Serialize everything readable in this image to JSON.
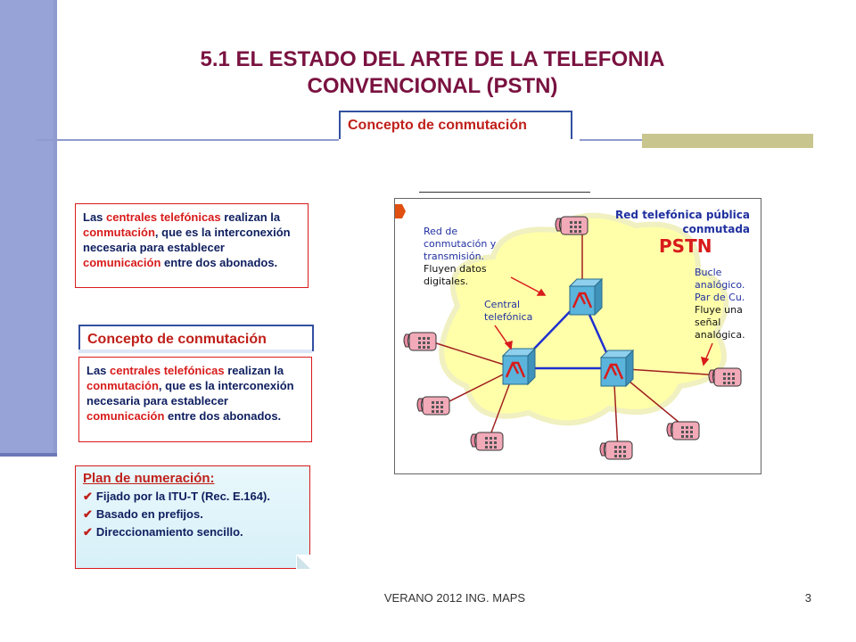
{
  "slide": {
    "title_line1": "5.1 EL ESTADO DEL ARTE DE LA TELEFONIA",
    "title_line2": "CONVENCIONAL (PSTN)",
    "concept_tab": "Concepto de conmutación"
  },
  "definition1": {
    "p1": "Las ",
    "r1": "centrales telefónicas",
    "p2": " realizan la ",
    "r2": "conmutación",
    "p3": ", que es la interconexión necesaria para establecer ",
    "r3": "comunicación",
    "p4": " entre dos abonados."
  },
  "concept2": {
    "label": "Concepto de conmutación"
  },
  "definition2": {
    "p1": "Las ",
    "r1": "centrales telefónicas",
    "p2": " realizan la ",
    "r2": "conmutación",
    "p3": ", que es la interconexión necesaria para establecer ",
    "r3": "comunicación",
    "p4": " entre dos abonados."
  },
  "plan": {
    "title": "Plan de numeración:",
    "items": [
      "Fijado por la ITU-T (Rec. E.164).",
      "Basado en prefijos.",
      "Direccionamiento sencillo."
    ]
  },
  "diagram": {
    "network_label1": "Red telefónica pública",
    "network_label2": "conmutada",
    "pstn": "PSTN",
    "red_lines": [
      "Red de",
      "conmutación y",
      "transmisión.",
      "Fluyen datos",
      "digitales."
    ],
    "central_lines": [
      "Central",
      "telefónica"
    ],
    "bucle_lines": [
      "Bucle",
      "analógico.",
      "Par de Cu.",
      "Fluye una",
      "señal",
      "analógica."
    ]
  },
  "footer": {
    "center": "VERANO 2012 ING. MAPS",
    "page": "3"
  },
  "colors": {
    "title": "#7a1240",
    "accent_red": "#d81b1b",
    "navy": "#102060",
    "bar": "#8f9bcf",
    "cloud": "#ffffaa",
    "switch": "#5ab4dc"
  }
}
